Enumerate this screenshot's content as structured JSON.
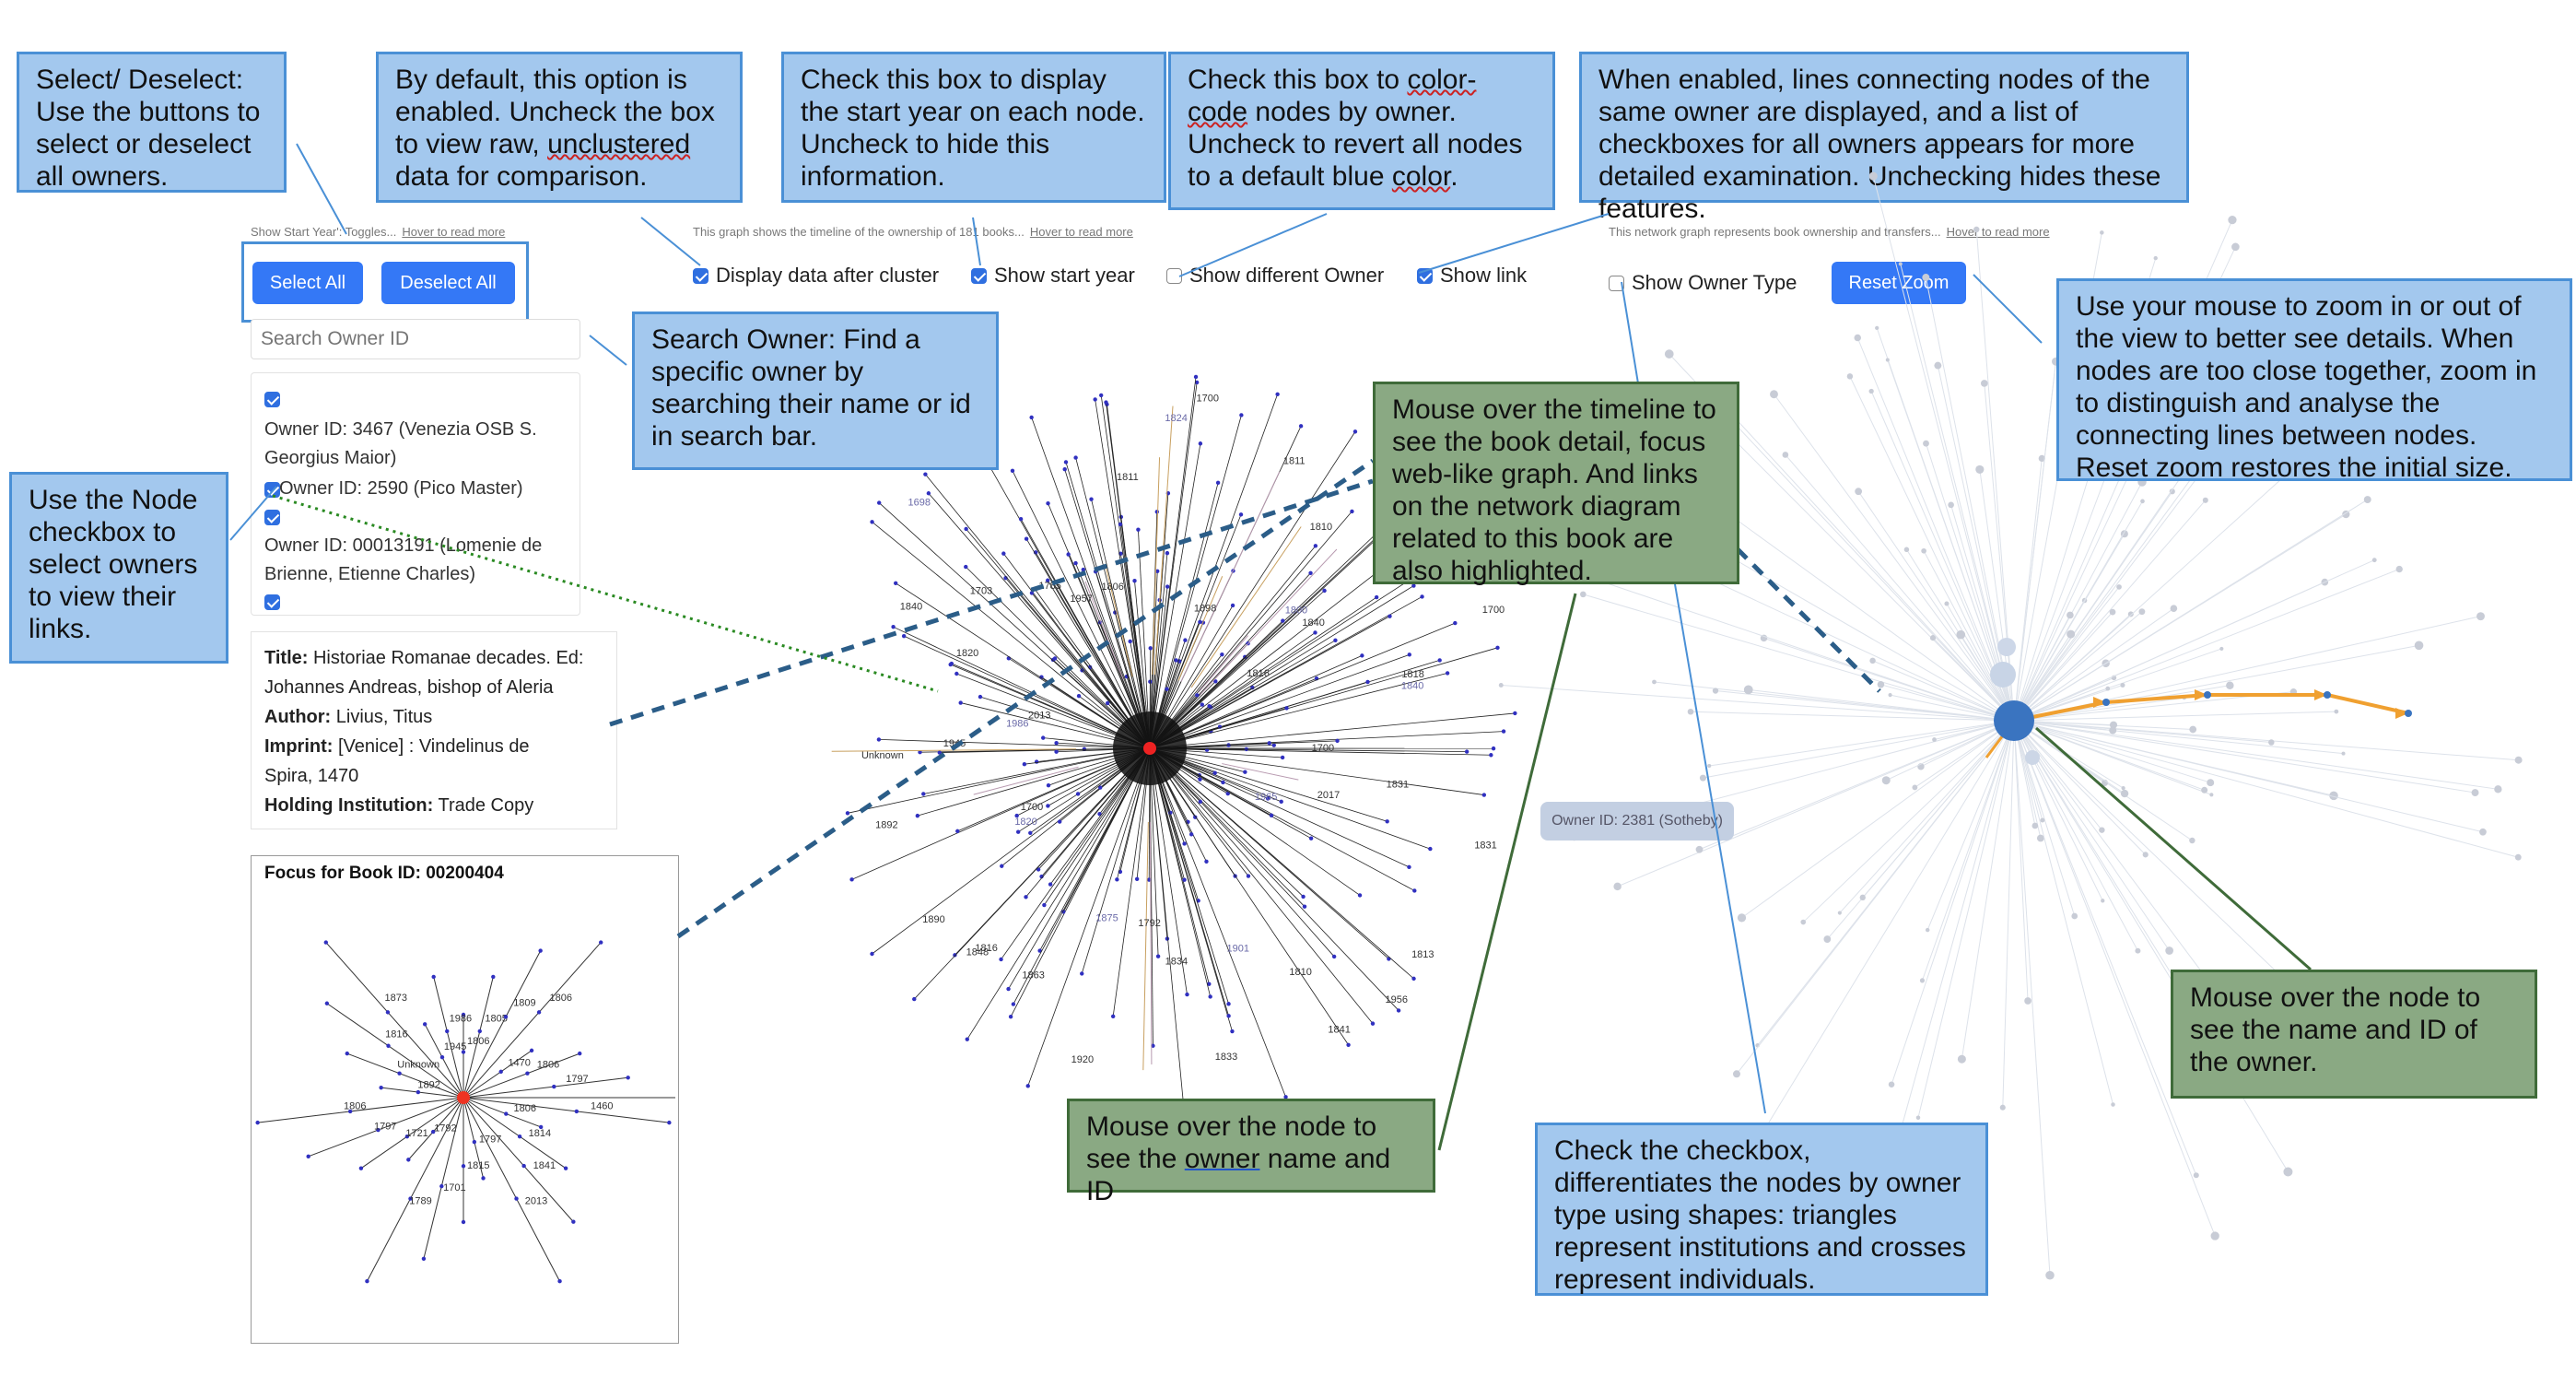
{
  "callouts": {
    "select_deselect": "Select/ Deselect: Use the buttons to select or deselect all owners.",
    "cluster": {
      "before": "By default, this option is enabled. Uncheck the box to view raw, ",
      "underlined": "unclustered",
      "after": " data for comparison."
    },
    "start_year": "Check this box to display the start year on each node. Uncheck to hide this information.",
    "color_code": {
      "p1": "Check this box to ",
      "u1": "color-code",
      "p2": " nodes by owner. Uncheck to revert all nodes to a default blue ",
      "u2": "color",
      "p3": "."
    },
    "show_link": "When enabled, lines connecting nodes of the same owner are displayed, and a list of checkboxes for all owners appears for more detailed examination. Unchecking hides these features.",
    "search_owner": "Search Owner: Find a specific owner by searching their name or id in search bar.",
    "node_checkbox": "Use the Node checkbox to select owners to view their links.",
    "timeline_mouse": "Mouse over the timeline to see the book detail, focus web-like graph. And links on the network diagram related to this book are also highlighted.",
    "zoom": "Use your mouse to zoom in or out of the view to better see details. When nodes are too close together, zoom in to distinguish and analyse the connecting lines between nodes. Reset zoom restores the initial size.",
    "network_node": "Mouse over the node to see the name and ID of the owner.",
    "timeline_node": {
      "before": "Mouse over the node to see the ",
      "underlined": "owner",
      "after": " name and ID"
    },
    "owner_type": "Check the checkbox, differentiates the nodes by owner type using shapes: triangles represent institutions and crosses represent individuals."
  },
  "notes": {
    "start_year": {
      "text": "Show Start Year': Toggles...",
      "link": "Hover to read more"
    },
    "timeline": {
      "text": "This graph shows the timeline of the ownership of 181 books...",
      "link": "Hover to read more"
    },
    "network": {
      "text": "This network graph represents book ownership and transfers...",
      "link": "Hover to read more"
    }
  },
  "buttons": {
    "select_all": "Select All",
    "deselect_all": "Deselect All",
    "reset_zoom": "Reset Zoom"
  },
  "checkboxes": {
    "display_cluster": "Display data after cluster",
    "show_start_year": "Show start year",
    "show_different_owner": "Show different Owner",
    "show_link": "Show link",
    "show_owner_type": "Show Owner Type"
  },
  "search": {
    "placeholder": "Search Owner ID"
  },
  "owners": [
    {
      "line1": "Owner ID: 3467 (Venezia OSB S.",
      "line2": "Georgius Maior)"
    },
    {
      "line1": "Owner ID: 2590 (Pico Master)"
    },
    {
      "line1": "Owner ID: 00013191 (Lomenie de",
      "line2": "Brienne, Etienne Charles)"
    }
  ],
  "book": {
    "title_label": "Title:",
    "title_l1": "Historiae Romanae decades. Ed:",
    "title_l2": "Johannes Andreas, bishop of Aleria",
    "author_label": "Author:",
    "author": "Livius, Titus",
    "imprint_label": "Imprint:",
    "imprint_l1": "[Venice] : Vindelinus de",
    "imprint_l2": "Spira, 1470",
    "holding_label": "Holding Institution:",
    "holding": "Trade Copy"
  },
  "focus": {
    "title": "Focus for Book ID: 00200404",
    "labels": [
      "1806",
      "1805",
      "1809",
      "1806",
      "1470",
      "1806",
      "1797",
      "1460",
      "1806",
      "1814",
      "1841",
      "2013",
      "1797",
      "1815",
      "1701",
      "1789",
      "1792",
      "1721",
      "1797",
      "1806",
      "1892",
      "Unknown",
      "1816",
      "1873",
      "1945",
      "1986"
    ]
  },
  "timeline_labels": [
    "1831",
    "1831",
    "2017",
    "1965",
    "1813",
    "1956",
    "1841",
    "1810",
    "1901",
    "1833",
    "1834",
    "1792",
    "1920",
    "1875",
    "1863",
    "1816",
    "1848",
    "1890",
    "1820",
    "1700",
    "1892",
    "Unknown",
    "1945",
    "1986",
    "2013",
    "1820",
    "1840",
    "1703",
    "1698",
    "1785",
    "1957",
    "1806",
    "1811",
    "1824",
    "1700",
    "1898",
    "1811",
    "1810",
    "1800",
    "1816",
    "1840",
    "1700",
    "1818",
    "1840",
    "1700"
  ],
  "tooltip": "Owner ID: 2381 (Sotheby)",
  "colors": {
    "accent": "#3478f6",
    "callout_blue_bg": "#a3c8ee",
    "callout_blue_border": "#4a90d6",
    "callout_green_bg": "#8aa983",
    "callout_green_border": "#3f6b39",
    "orange_link": "#f0a030",
    "node_blue": "#3a74c0",
    "center_red": "#ee2222"
  }
}
